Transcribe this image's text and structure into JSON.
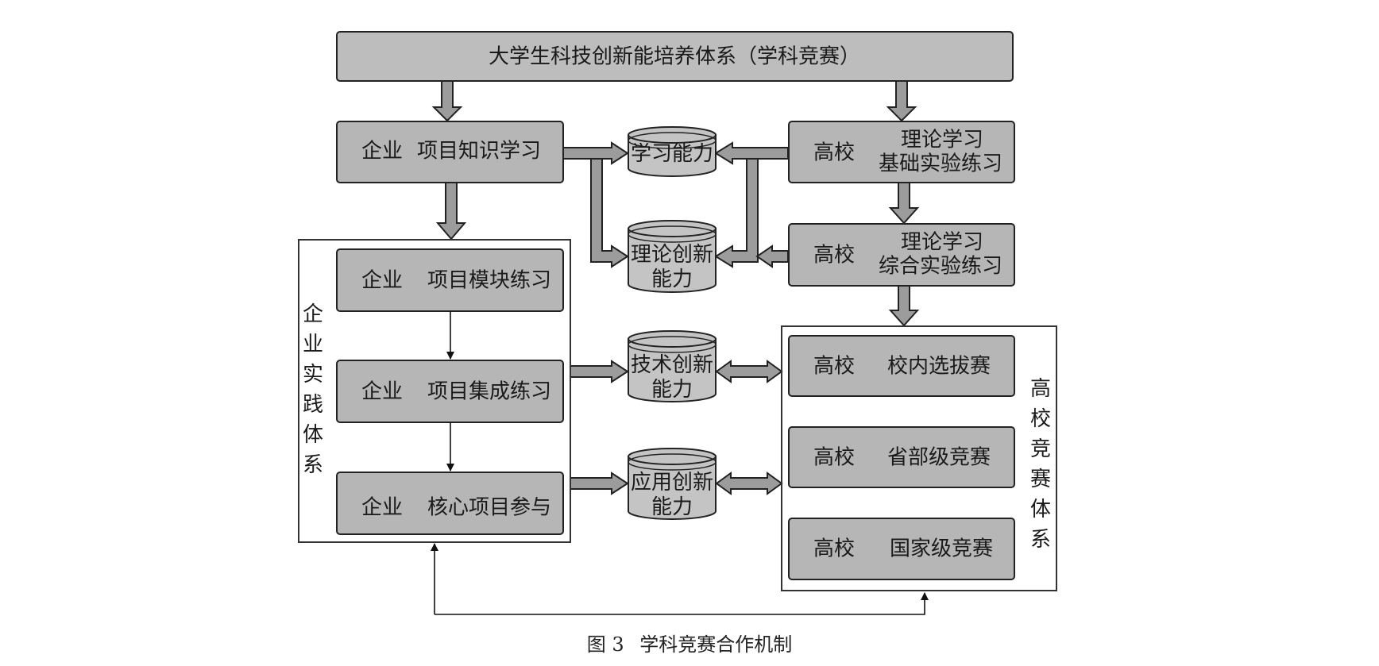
{
  "colors": {
    "box_fill": "#b6b6b6",
    "box_stroke": "#222222",
    "arrow_fill": "#9c9c9c",
    "cylinder_fill": "#c4c4c4",
    "frame_stroke": "#333333"
  },
  "title_box": {
    "text": "大学生科技创新能培养体系（学科竞赛）"
  },
  "enterprise": {
    "knowledge": {
      "label": "企业",
      "text": "项目知识学习"
    },
    "system_label": "企业实践体系",
    "steps": [
      {
        "label": "企业",
        "text": "项目模块练习"
      },
      {
        "label": "企业",
        "text": "项目集成练习"
      },
      {
        "label": "企业",
        "text": "核心项目参与"
      }
    ]
  },
  "university": {
    "basic": {
      "label": "高校",
      "line1": "理论学习",
      "line2": "基础实验练习"
    },
    "comprehensive": {
      "label": "高校",
      "line1": "理论学习",
      "line2": "综合实验练习"
    },
    "system_label": "高校竞赛体系",
    "competitions": [
      {
        "label": "高校",
        "text": "校内选拔赛"
      },
      {
        "label": "高校",
        "text": "省部级竞赛"
      },
      {
        "label": "高校",
        "text": "国家级竞赛"
      }
    ]
  },
  "abilities": [
    {
      "lines": [
        "学习能力"
      ]
    },
    {
      "lines": [
        "理论创新",
        "能力"
      ]
    },
    {
      "lines": [
        "技术创新",
        "能力"
      ]
    },
    {
      "lines": [
        "应用创新",
        "能力"
      ]
    }
  ],
  "caption": {
    "figure": "图 3",
    "text": "学科竞赛合作机制"
  }
}
